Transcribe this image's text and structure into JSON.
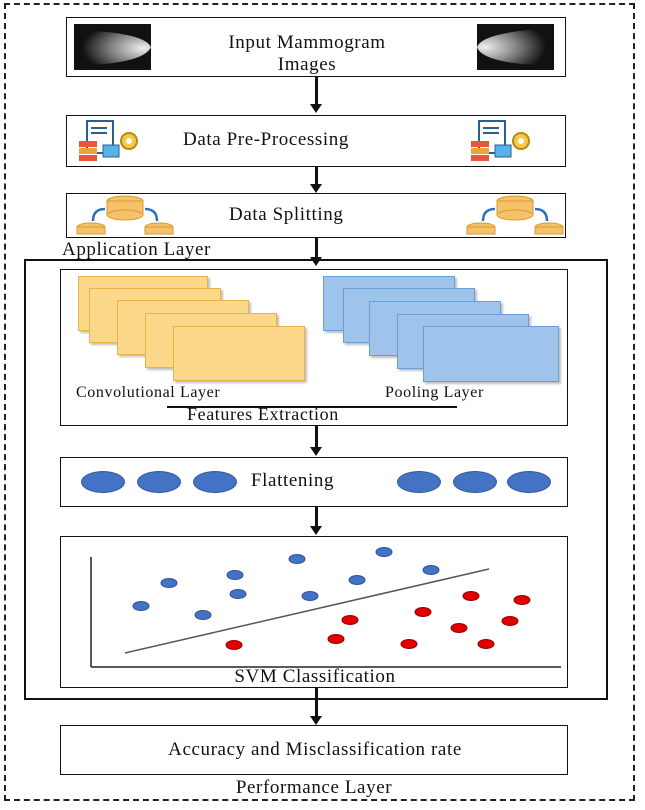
{
  "steps": {
    "input_label": "Input Mammogram\nImages",
    "preprocessing_label": "Data Pre-Processing",
    "splitting_label": "Data Splitting",
    "application_layer_label": "Application Layer",
    "conv_label": "Convolutional  Layer",
    "pool_label": "Pooling  Layer",
    "features_label": "Features Extraction",
    "flattening_label": "Flattening",
    "svm_label": "SVM Classification",
    "accuracy_label": "Accuracy and Misclassification  rate",
    "performance_layer_label": "Performance Layer"
  },
  "icons": {
    "mammogram": "mammogram-image",
    "preprocessing": "data-processing-gear-icon",
    "splitting": "database-split-icon"
  },
  "colors": {
    "conv_fill": "#fcd98a",
    "pool_fill": "#9fc4ec",
    "blue_point": "#4472c4",
    "red_point": "#e00000"
  }
}
